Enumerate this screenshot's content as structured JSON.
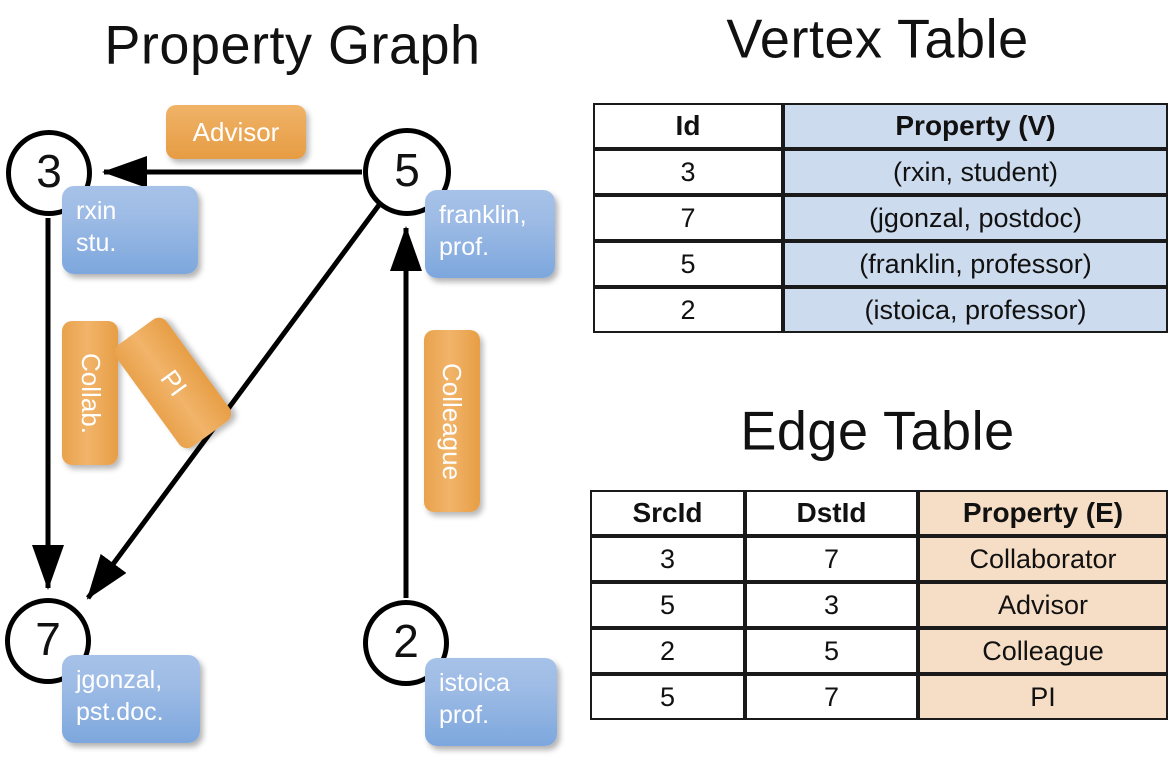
{
  "titles": {
    "property_graph": "Property Graph",
    "vertex_table": "Vertex Table",
    "edge_table": "Edge Table"
  },
  "graph": {
    "nodes": [
      {
        "id": "3",
        "property": "rxin\nstu."
      },
      {
        "id": "5",
        "property": "franklin,\nprof."
      },
      {
        "id": "7",
        "property": "jgonzal,\npst.doc."
      },
      {
        "id": "2",
        "property": "istoica\nprof."
      }
    ],
    "node_labels": {
      "n3": "3",
      "n5": "5",
      "n7": "7",
      "n2": "2"
    },
    "vertex_props": {
      "rxin_line1": "rxin",
      "rxin_line2": "stu.",
      "franklin_line1": "franklin,",
      "franklin_line2": "prof.",
      "jgonzal_line1": "jgonzal,",
      "jgonzal_line2": "pst.doc.",
      "istoica_line1": "istoica",
      "istoica_line2": "prof."
    },
    "edge_labels": {
      "advisor": "Advisor",
      "collab": "Collab.",
      "pi": "PI",
      "colleague": "Colleague"
    },
    "edges": [
      {
        "src": "5",
        "dst": "3",
        "label": "Advisor"
      },
      {
        "src": "3",
        "dst": "7",
        "label": "Collab."
      },
      {
        "src": "5",
        "dst": "7",
        "label": "PI"
      },
      {
        "src": "2",
        "dst": "5",
        "label": "Colleague"
      }
    ]
  },
  "vertex_table": {
    "headers": [
      "Id",
      "Property (V)"
    ],
    "rows": [
      [
        "3",
        "(rxin, student)"
      ],
      [
        "7",
        "(jgonzal, postdoc)"
      ],
      [
        "5",
        "(franklin, professor)"
      ],
      [
        "2",
        "(istoica, professor)"
      ]
    ]
  },
  "edge_table": {
    "headers": [
      "SrcId",
      "DstId",
      "Property (E)"
    ],
    "rows": [
      [
        "3",
        "7",
        "Collaborator"
      ],
      [
        "5",
        "3",
        "Advisor"
      ],
      [
        "2",
        "5",
        "Colleague"
      ],
      [
        "5",
        "7",
        "PI"
      ]
    ]
  },
  "colors": {
    "vertex_property_fill": "#cddbee",
    "edge_property_fill": "#f6dec6",
    "vertex_box_blue": "#7da7dd",
    "edge_label_orange": "#e9a552",
    "stroke": "#1a1a1a"
  }
}
